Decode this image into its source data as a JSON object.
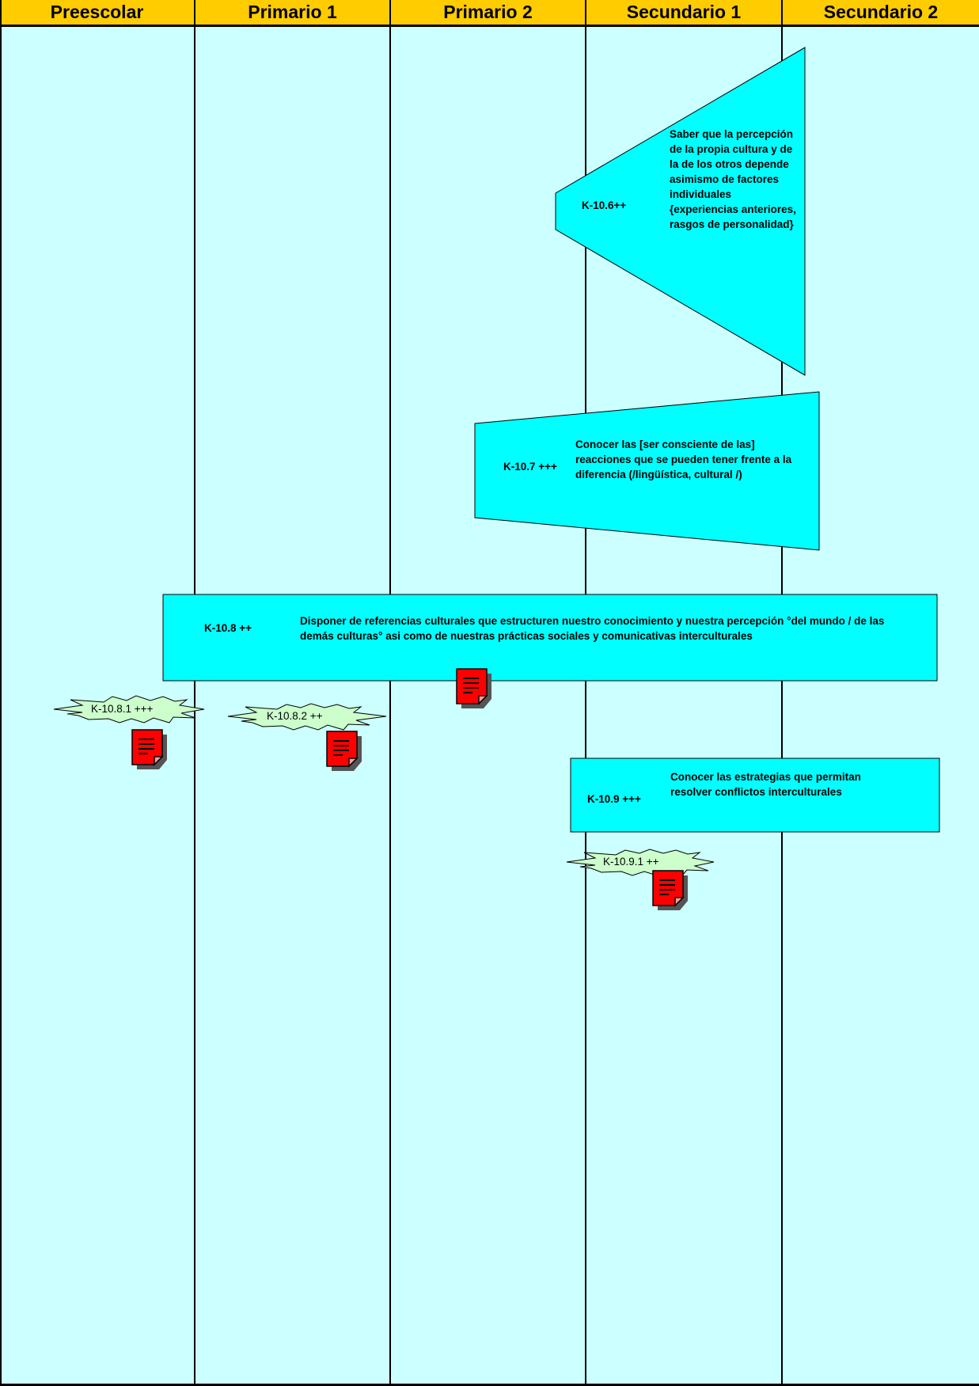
{
  "columns": [
    "Preescolar",
    "Primario 1",
    "Primario 2",
    "Secundario 1",
    "Secundario 2"
  ],
  "colors": {
    "header": "#ffcc00",
    "background": "#ccffff",
    "shape_fill": "#00ffff",
    "star_fill": "#ccffcc",
    "doc_icon": "#ff0000"
  },
  "items": {
    "k106": {
      "code": "K-10.6++",
      "text": "Saber que la percepción de la propia cultura y de la de los otros depende asimismo de factores individuales {experiencias anteriores, rasgos de personalidad}"
    },
    "k107": {
      "code": "K-10.7 +++",
      "text": "Conocer las [ser consciente de las] reacciones que se pueden tener frente a la diferencia (/lingüística, cultural /)"
    },
    "k108": {
      "code": "K-10.8 ++",
      "text": "Disponer de referencias culturales que estructuren nuestro conocimiento y nuestra percepción °del mundo / de las demás culturas° asi como de nuestras prácticas sociales y comunicativas interculturales"
    },
    "k109": {
      "code": "K-10.9 +++",
      "text": "Conocer las estrategias que permitan resolver conflictos interculturales"
    }
  },
  "sub_items": {
    "k1081": "K-10.8.1 +++",
    "k1082": "K-10.8.2 ++",
    "k1091": "K-10.9.1 ++"
  },
  "icons": [
    "document-icon"
  ]
}
